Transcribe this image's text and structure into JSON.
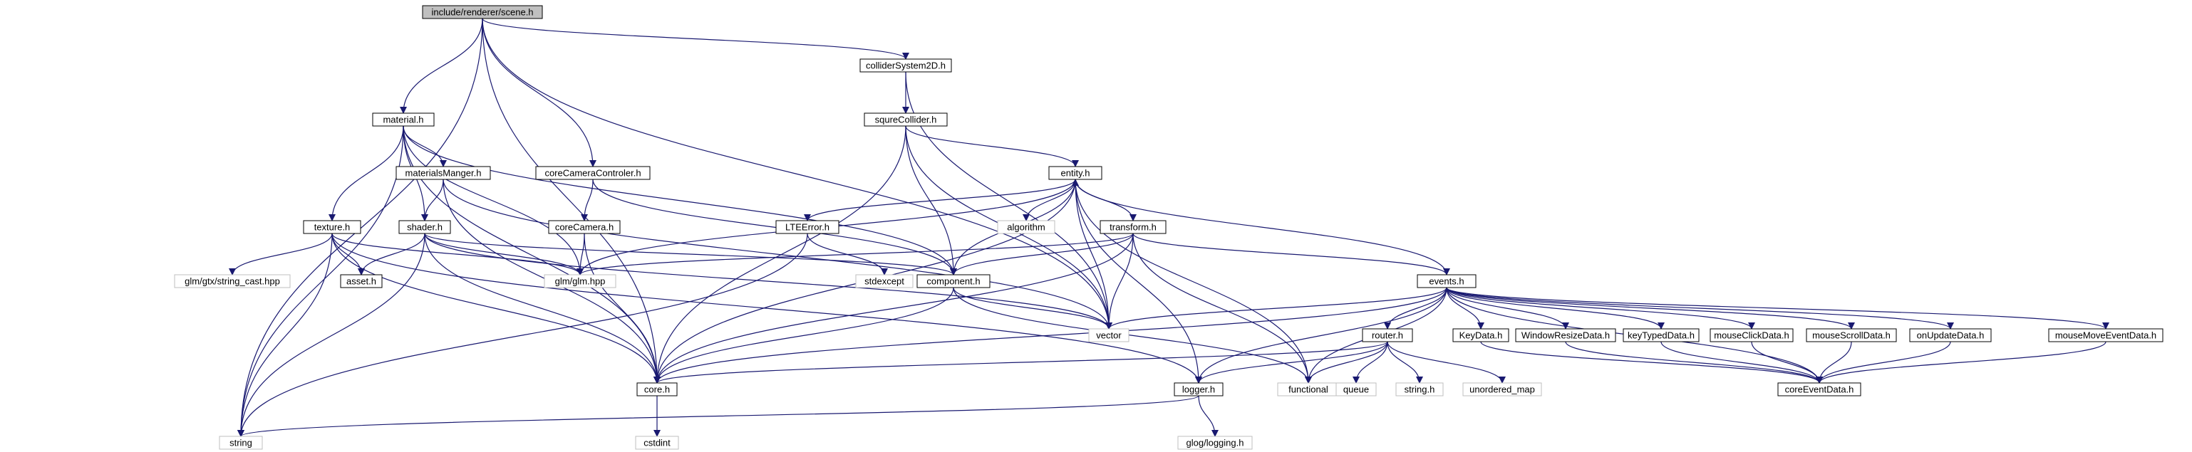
{
  "graph": {
    "colors": {
      "edge": "#191970",
      "node_border": "#000000",
      "external_border": "#bfbfbf",
      "root_fill": "#bfbfbf",
      "external_text": "#7f7f7f",
      "text": "#000000"
    },
    "nodes": {
      "scene": {
        "label": "include/renderer/scene.h",
        "kind": "root"
      },
      "collider": {
        "label": "colliderSystem2D.h",
        "kind": "local"
      },
      "material": {
        "label": "material.h",
        "kind": "local"
      },
      "corecamctl": {
        "label": "coreCameraControler.h",
        "kind": "local"
      },
      "squre": {
        "label": "squreCollider.h",
        "kind": "local"
      },
      "matmgr": {
        "label": "materialsManger.h",
        "kind": "local"
      },
      "entity": {
        "label": "entity.h",
        "kind": "local"
      },
      "texture": {
        "label": "texture.h",
        "kind": "local"
      },
      "shader": {
        "label": "shader.h",
        "kind": "local"
      },
      "corecam": {
        "label": "coreCamera.h",
        "kind": "local"
      },
      "lteerror": {
        "label": "LTEError.h",
        "kind": "local"
      },
      "transform": {
        "label": "transform.h",
        "kind": "local"
      },
      "asset": {
        "label": "asset.h",
        "kind": "local"
      },
      "component": {
        "label": "component.h",
        "kind": "local"
      },
      "events": {
        "label": "events.h",
        "kind": "local"
      },
      "router": {
        "label": "router.h",
        "kind": "local"
      },
      "keydata": {
        "label": "KeyData.h",
        "kind": "local"
      },
      "winresize": {
        "label": "WindowResizeData.h",
        "kind": "local"
      },
      "keytyped": {
        "label": "keyTypedData.h",
        "kind": "local"
      },
      "mouseclick": {
        "label": "mouseClickData.h",
        "kind": "local"
      },
      "mousescroll": {
        "label": "mouseScrollData.h",
        "kind": "local"
      },
      "onupdate": {
        "label": "onUpdateData.h",
        "kind": "local"
      },
      "mousemove": {
        "label": "mouseMoveEventData.h",
        "kind": "local"
      },
      "core": {
        "label": "core.h",
        "kind": "local"
      },
      "logger": {
        "label": "logger.h",
        "kind": "local"
      },
      "coreevent": {
        "label": "coreEventData.h",
        "kind": "local"
      },
      "algorithm": {
        "label": "algorithm",
        "kind": "external"
      },
      "glmstring": {
        "label": "glm/gtx/string_cast.hpp",
        "kind": "external"
      },
      "glm": {
        "label": "glm/glm.hpp",
        "kind": "external"
      },
      "stdexcept": {
        "label": "stdexcept",
        "kind": "external"
      },
      "vector": {
        "label": "vector",
        "kind": "external"
      },
      "functional": {
        "label": "functional",
        "kind": "external"
      },
      "queue": {
        "label": "queue",
        "kind": "external"
      },
      "stringh": {
        "label": "string.h",
        "kind": "external"
      },
      "umap": {
        "label": "unordered_map",
        "kind": "external"
      },
      "cstdint": {
        "label": "cstdint",
        "kind": "external"
      },
      "string": {
        "label": "string",
        "kind": "external"
      },
      "glog": {
        "label": "glog/logging.h",
        "kind": "external"
      }
    },
    "edges": [
      [
        "scene",
        "string"
      ],
      [
        "scene",
        "core"
      ],
      [
        "scene",
        "material"
      ],
      [
        "scene",
        "corecamctl"
      ],
      [
        "scene",
        "collider"
      ],
      [
        "scene",
        "vector"
      ],
      [
        "collider",
        "squre"
      ],
      [
        "collider",
        "vector"
      ],
      [
        "squre",
        "core"
      ],
      [
        "squre",
        "entity"
      ],
      [
        "squre",
        "component"
      ],
      [
        "squre",
        "vector"
      ],
      [
        "material",
        "texture"
      ],
      [
        "material",
        "matmgr"
      ],
      [
        "material",
        "shader"
      ],
      [
        "material",
        "glm"
      ],
      [
        "material",
        "core"
      ],
      [
        "material",
        "component"
      ],
      [
        "material",
        "string"
      ],
      [
        "matmgr",
        "shader"
      ],
      [
        "matmgr",
        "core"
      ],
      [
        "matmgr",
        "vector"
      ],
      [
        "texture",
        "asset"
      ],
      [
        "texture",
        "glm"
      ],
      [
        "texture",
        "glmstring"
      ],
      [
        "texture",
        "core"
      ],
      [
        "texture",
        "string"
      ],
      [
        "texture",
        "logger"
      ],
      [
        "shader",
        "asset"
      ],
      [
        "shader",
        "glm"
      ],
      [
        "shader",
        "core"
      ],
      [
        "shader",
        "string"
      ],
      [
        "shader",
        "component"
      ],
      [
        "shader",
        "vector"
      ],
      [
        "corecamctl",
        "corecam"
      ],
      [
        "corecamctl",
        "component"
      ],
      [
        "corecam",
        "glm"
      ],
      [
        "corecam",
        "core"
      ],
      [
        "entity",
        "lteerror"
      ],
      [
        "entity",
        "algorithm"
      ],
      [
        "entity",
        "transform"
      ],
      [
        "entity",
        "component"
      ],
      [
        "entity",
        "vector"
      ],
      [
        "entity",
        "glm"
      ],
      [
        "entity",
        "core"
      ],
      [
        "entity",
        "logger"
      ],
      [
        "entity",
        "functional"
      ],
      [
        "lteerror",
        "stdexcept"
      ],
      [
        "lteerror",
        "string"
      ],
      [
        "transform",
        "component"
      ],
      [
        "transform",
        "glm"
      ],
      [
        "transform",
        "vector"
      ],
      [
        "transform",
        "events"
      ],
      [
        "transform",
        "core"
      ],
      [
        "transform",
        "functional"
      ],
      [
        "component",
        "vector"
      ],
      [
        "component",
        "core"
      ],
      [
        "component",
        "functional"
      ],
      [
        "events",
        "entity"
      ],
      [
        "events",
        "vector"
      ],
      [
        "events",
        "core"
      ],
      [
        "events",
        "router"
      ],
      [
        "events",
        "keydata"
      ],
      [
        "events",
        "winresize"
      ],
      [
        "events",
        "keytyped"
      ],
      [
        "events",
        "mouseclick"
      ],
      [
        "events",
        "mousescroll"
      ],
      [
        "events",
        "onupdate"
      ],
      [
        "events",
        "mousemove"
      ],
      [
        "events",
        "coreevent"
      ],
      [
        "events",
        "logger"
      ],
      [
        "events",
        "functional"
      ],
      [
        "router",
        "core"
      ],
      [
        "router",
        "logger"
      ],
      [
        "router",
        "functional"
      ],
      [
        "router",
        "queue"
      ],
      [
        "router",
        "stringh"
      ],
      [
        "router",
        "umap"
      ],
      [
        "keydata",
        "coreevent"
      ],
      [
        "winresize",
        "coreevent"
      ],
      [
        "keytyped",
        "coreevent"
      ],
      [
        "mouseclick",
        "coreevent"
      ],
      [
        "mousescroll",
        "coreevent"
      ],
      [
        "onupdate",
        "coreevent"
      ],
      [
        "mousemove",
        "coreevent"
      ],
      [
        "core",
        "cstdint"
      ],
      [
        "logger",
        "string"
      ],
      [
        "logger",
        "glog"
      ]
    ]
  }
}
